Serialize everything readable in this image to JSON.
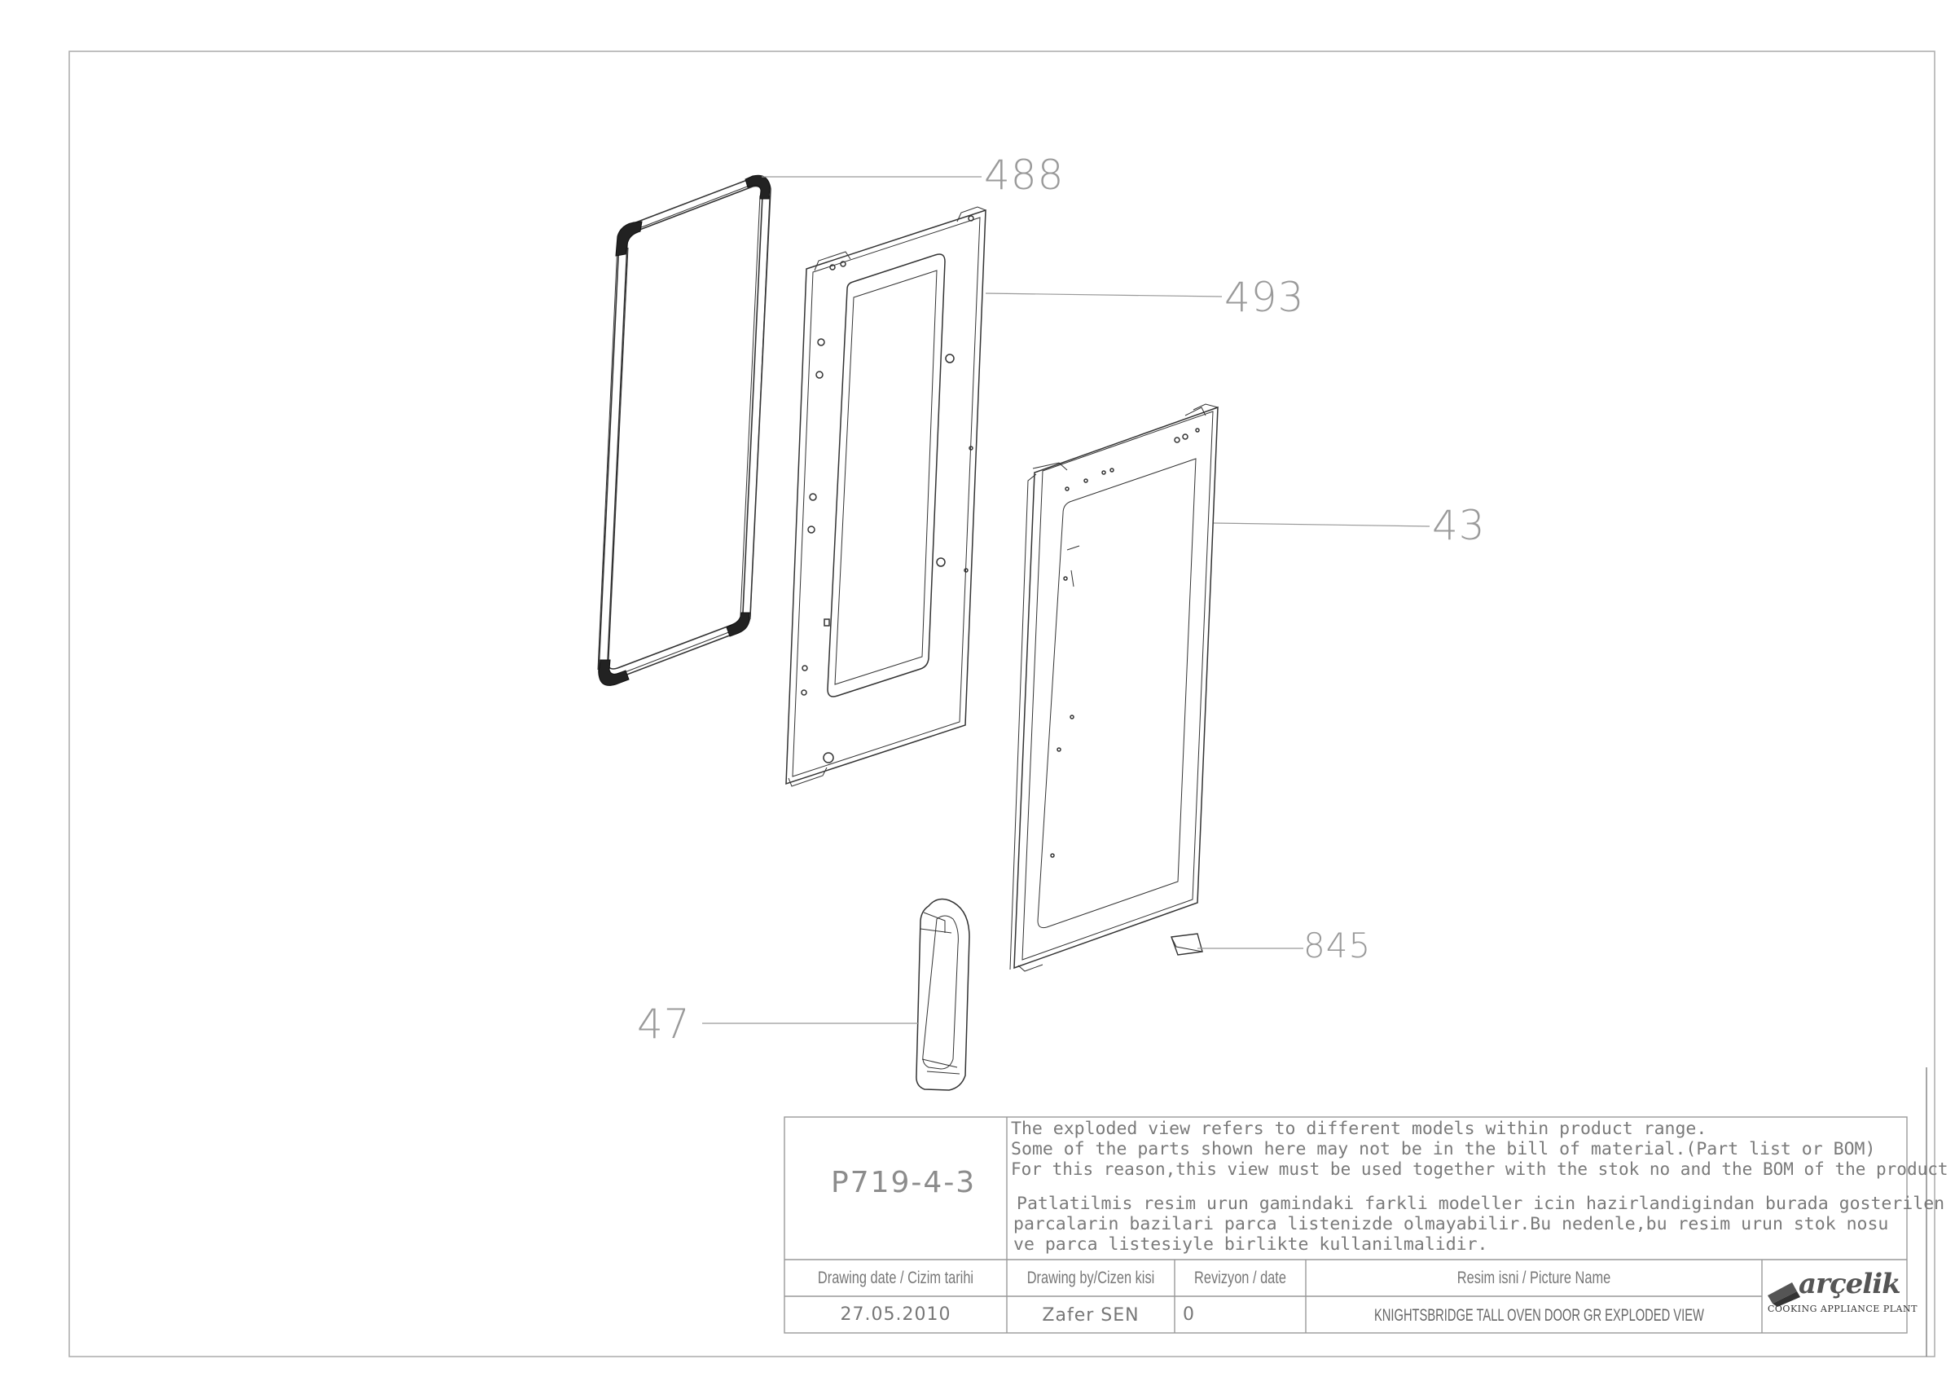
{
  "parts": [
    {
      "id": "p488",
      "number": "488"
    },
    {
      "id": "p493",
      "number": "493"
    },
    {
      "id": "p43",
      "number": "43"
    },
    {
      "id": "p845",
      "number": "845"
    },
    {
      "id": "p47",
      "number": "47"
    }
  ],
  "title_block": {
    "drawing_code": "P719-4-3",
    "note_en": [
      "The exploded view refers to different models within product range.",
      "Some of the parts shown here may not be in the bill of material.(Part list or BOM)",
      "For this reason,this view must be used together with the stok no and the BOM of the product"
    ],
    "note_tr": [
      "Patlatilmis resim urun gamindaki farkli modeller icin hazirlandigindan burada gosterilen",
      "parcalarin bazilari parca listenizde olmayabilir.Bu nedenle,bu resim urun stok nosu",
      "ve parca listesiyle birlikte kullanilmalidir."
    ],
    "headers": {
      "drawing_date": "Drawing date / Cizim tarihi",
      "drawing_by": "Drawing by/Cizen kisi",
      "revision": "Revizyon / date",
      "picture_name": "Resim isni / Picture Name"
    },
    "values": {
      "drawing_date": "27.05.2010",
      "drawing_by": "Zafer SEN",
      "revision": "0",
      "picture_name": "KNIGHTSBRIDGE TALL OVEN DOOR GR EXPLODED VIEW"
    },
    "brand": {
      "name": "arçelik",
      "subtitle": "COOKING APPLIANCE PLANT"
    }
  }
}
